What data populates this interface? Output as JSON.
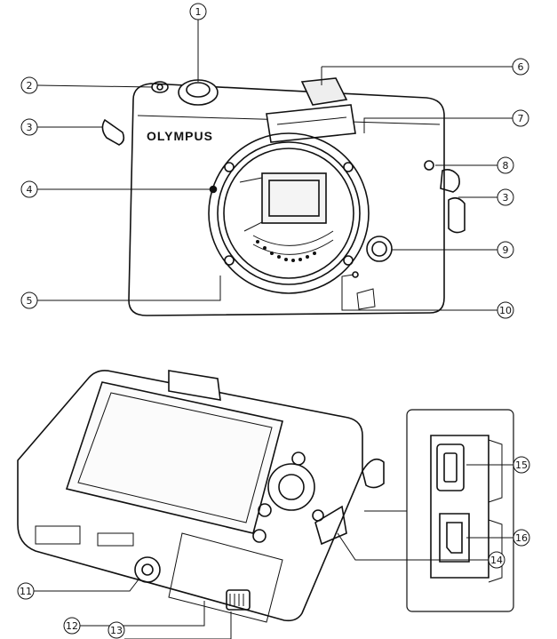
{
  "brand": {
    "logo_text": "OLYMPUS"
  },
  "callouts": [
    {
      "label": "①",
      "part": "1"
    },
    {
      "label": "②",
      "part": "2"
    },
    {
      "label": "③",
      "part": "3"
    },
    {
      "label": "③",
      "part": "3"
    },
    {
      "label": "④",
      "part": "4"
    },
    {
      "label": "⑤",
      "part": "5"
    },
    {
      "label": "⑥",
      "part": "6"
    },
    {
      "label": "⑦",
      "part": "7"
    },
    {
      "label": "⑧",
      "part": "8"
    },
    {
      "label": "⑨",
      "part": "9"
    },
    {
      "label": "⑩",
      "part": "10"
    },
    {
      "label": "⑪",
      "part": "11"
    },
    {
      "label": "⑫",
      "part": "12"
    },
    {
      "label": "⑬",
      "part": "13"
    },
    {
      "label": "⑭",
      "part": "14"
    },
    {
      "label": "⑮",
      "part": "15"
    },
    {
      "label": "⑯",
      "part": "16"
    }
  ]
}
